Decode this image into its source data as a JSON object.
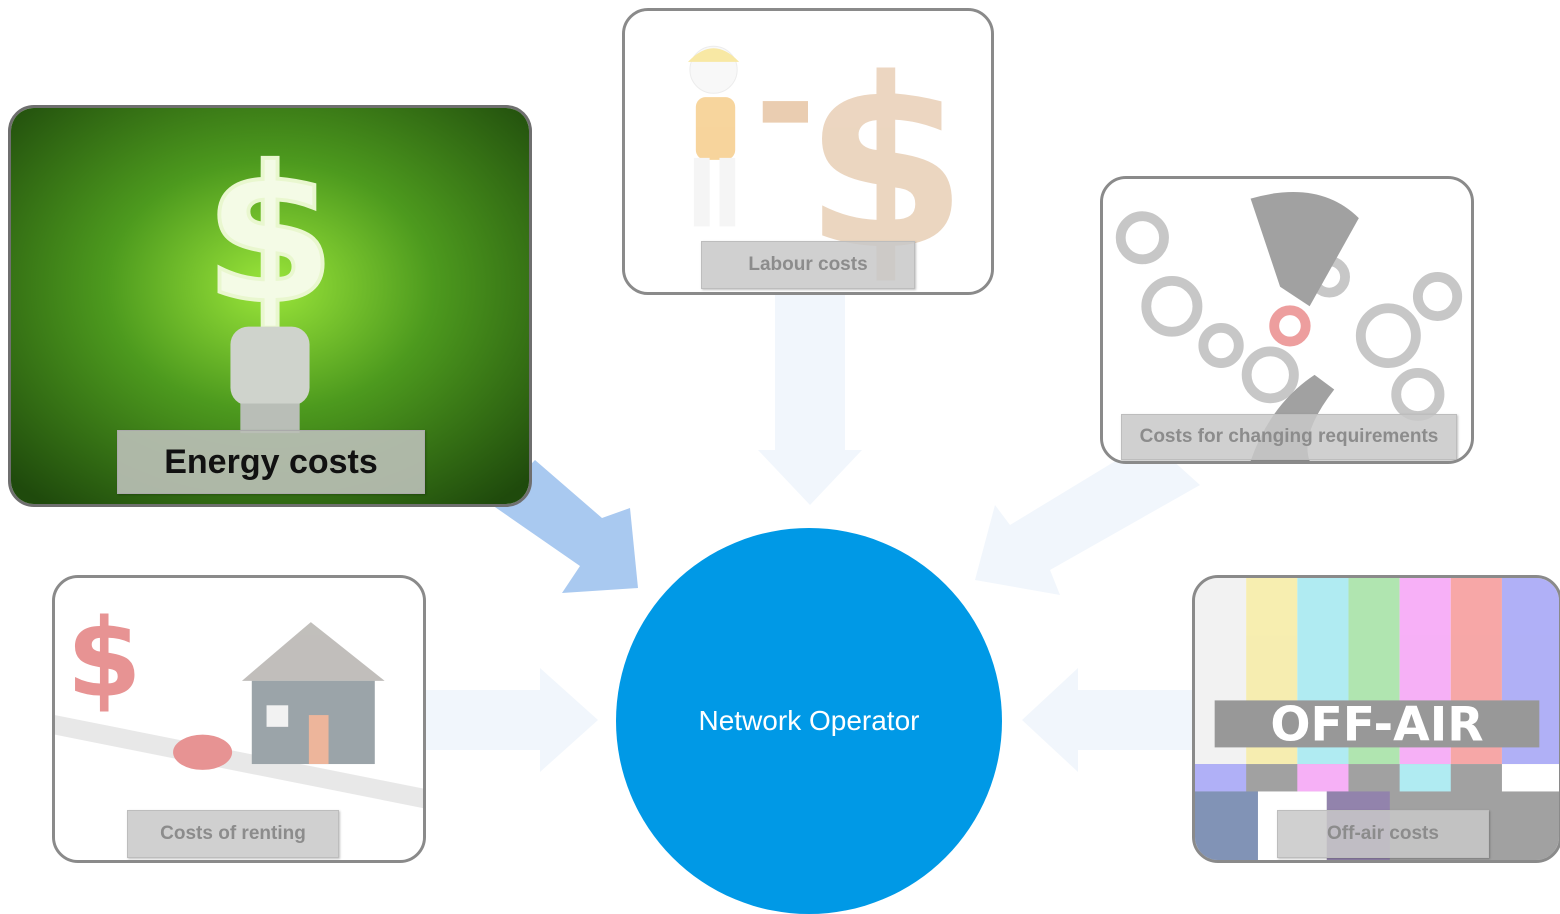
{
  "center": {
    "label": "Network Operator",
    "color": "#0099e6"
  },
  "cards": {
    "energy": {
      "label": "Energy costs",
      "highlighted": true
    },
    "labour": {
      "label": "Labour costs"
    },
    "requirements": {
      "label": "Costs for changing requirements"
    },
    "renting": {
      "label": "Costs of renting"
    },
    "offair": {
      "label": "Off-air costs",
      "image_text": "OFF-AIR"
    }
  },
  "colors": {
    "active_arrow": "#a9c9f0",
    "inactive_arrow": "#eef4fb",
    "card_border": "#8a8a8a"
  }
}
